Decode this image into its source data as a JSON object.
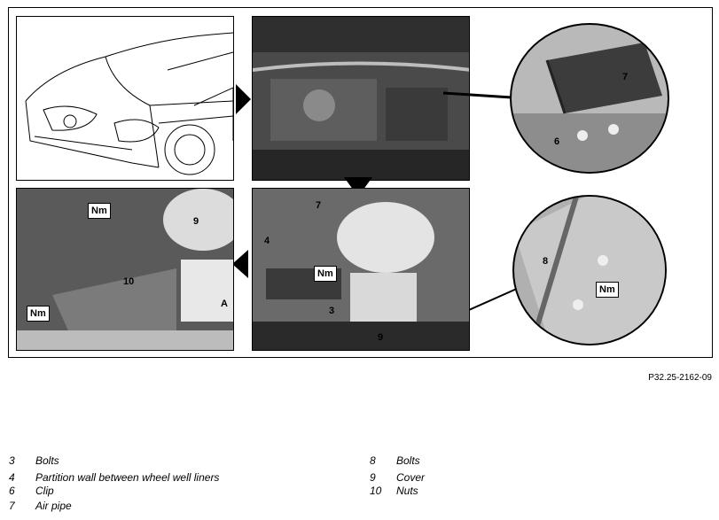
{
  "figure_id": "P32.25-2162-09",
  "callouts": {
    "c7_top": "7",
    "c6": "6",
    "c7_mid": "7",
    "c4": "4",
    "c3": "3",
    "c9_mid": "9",
    "c8": "8",
    "c9_left": "9",
    "c10": "10",
    "cA": "A"
  },
  "torque_label": "Nm",
  "legend_left": [
    {
      "num": "3",
      "text": "Bolts"
    },
    {
      "num": "4",
      "text": "Partition wall between wheel well liners"
    },
    {
      "num": "6",
      "text": "Clip"
    },
    {
      "num": "7",
      "text": "Air pipe"
    }
  ],
  "legend_right": [
    {
      "num": "8",
      "text": "Bolts"
    },
    {
      "num": "9",
      "text": "Cover"
    },
    {
      "num": "10",
      "text": "Nuts"
    }
  ]
}
